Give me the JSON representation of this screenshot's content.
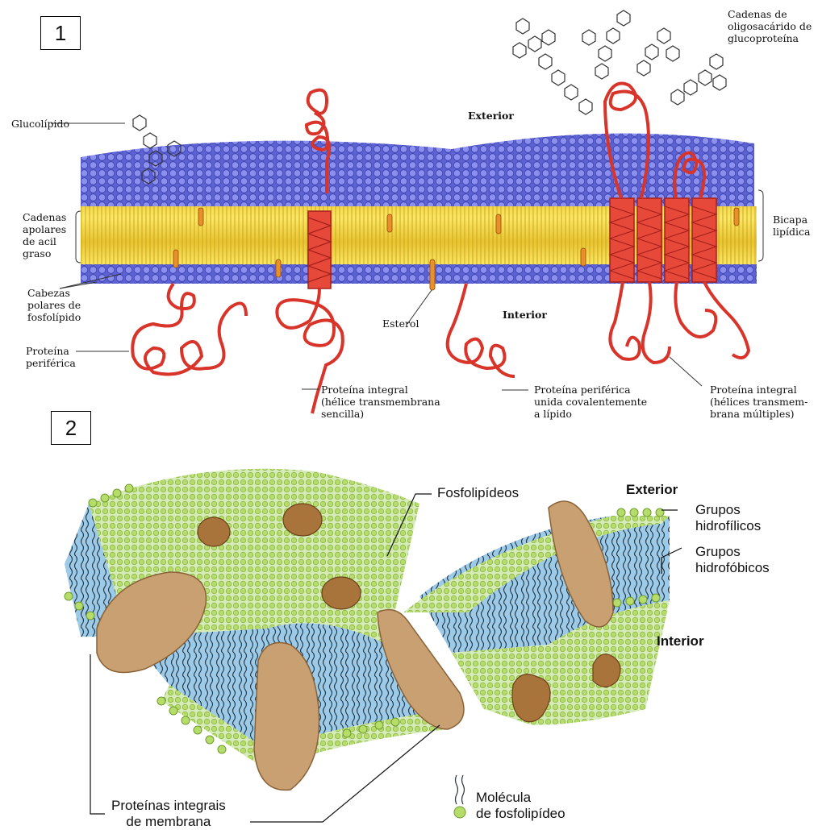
{
  "panel1": {
    "number": "1",
    "labels": {
      "cadenas_oligo": "Cadenas de\noligosacárido de\nglucoproteína",
      "exterior": "Exterior",
      "glucolipido": "Glucolípido",
      "cadenas_apolares": "Cadenas\napolares\nde acil\ngraso",
      "bicapa": "Bicapa\nlipídica",
      "cabezas": "Cabezas\npolares de\nfosfolípido",
      "interior": "Interior",
      "esterol": "Esterol",
      "proteina_periferica": "Proteína\nperiférica",
      "proteina_integral_sencilla": "Proteína integral\n(hélice transmembrana\nsencilla)",
      "proteina_periferica_lipido": "Proteína periférica\nunida covalentemente\na lípido",
      "proteina_integral_multiples": "Proteína integral\n(hélices transmem-\nbrana múltiples)"
    }
  },
  "panel2": {
    "number": "2",
    "labels": {
      "fosfolipideos": "Fosfolipídeos",
      "exterior": "Exterior",
      "grupos_hidrofilicos": "Grupos\nhidrofílicos",
      "grupos_hidrofobicos": "Grupos\nhidrofóbicos",
      "interior": "Interior",
      "molecula": "Molécula\nde fosfolipídeo",
      "proteinas_integrais": "Proteínas integrais\nde membrana"
    }
  },
  "colors": {
    "head_blue": "#4a50c8",
    "tail_yellow": "#f2d43a",
    "protein_red": "#d8342a",
    "head_green": "#a6d24a",
    "membrane_blue": "#8fc3e6",
    "protein_tan": "#c9a072"
  }
}
